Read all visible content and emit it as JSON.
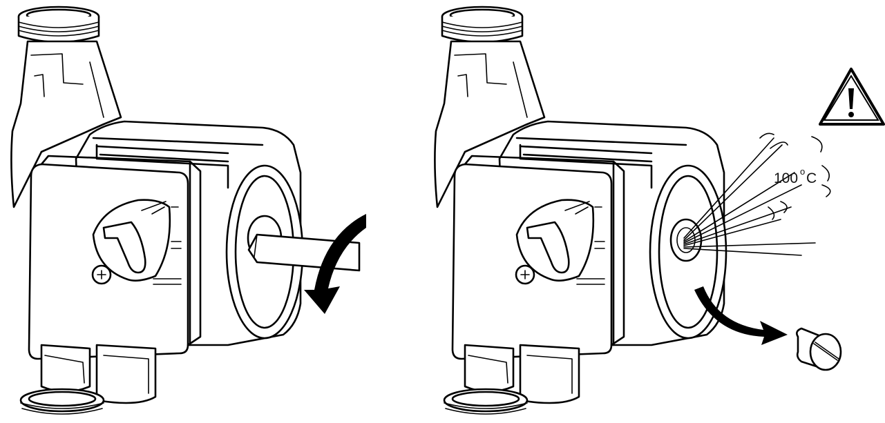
{
  "diagram": {
    "panels": [
      {
        "id": "left",
        "step": "insert-screwdriver-and-turn-shaft"
      },
      {
        "id": "right",
        "step": "remove-vent-screw-hot-water-escapes"
      }
    ],
    "temperature": {
      "value": "100",
      "degree": "o",
      "unit": "C"
    },
    "warning_icon": "warning-triangle-icon"
  }
}
